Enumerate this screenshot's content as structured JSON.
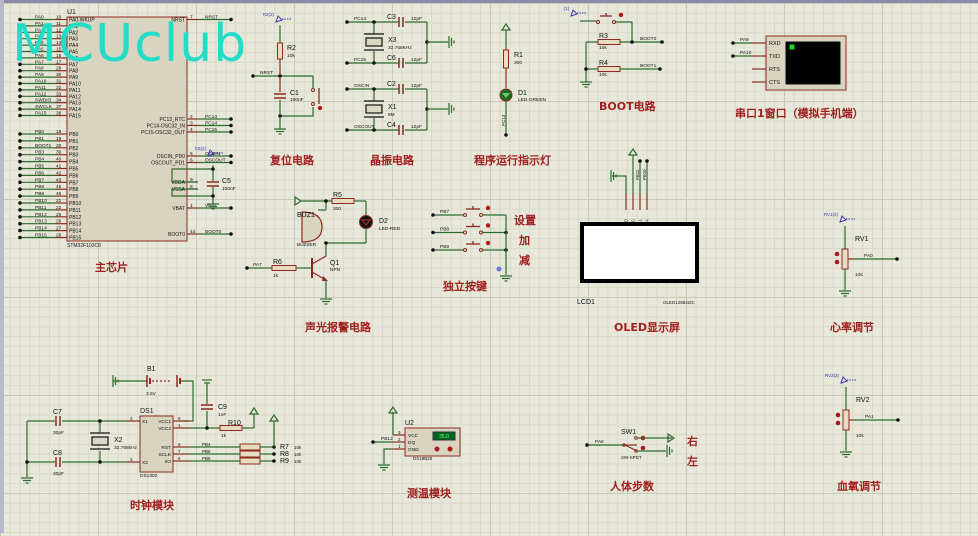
{
  "watermark": "MCUclub",
  "section_titles": {
    "main_chip": "主芯片",
    "reset": "复位电路",
    "crystal": "晶振电路",
    "run_led": "程序运行指示灯",
    "boot": "BOOT电路",
    "uart": "串口1窗口（模拟手机端）",
    "alarm": "声光报警电路",
    "keys": "独立按键",
    "oled": "OLED显示屏",
    "heart_rate": "心率调节",
    "clock": "时钟模块",
    "temp": "测温模块",
    "steps": "人体步数",
    "spo2": "血氧调节"
  },
  "mcu": {
    "ref": "U1",
    "part": "STM32F103C8",
    "left_pins": [
      {
        "net": "PA0",
        "num": "10",
        "name": "PA0-WKUP"
      },
      {
        "net": "PA1",
        "num": "11",
        "name": "PA1"
      },
      {
        "net": "PA2",
        "num": "12",
        "name": "PA2"
      },
      {
        "net": "PA3",
        "num": "13",
        "name": "PA3"
      },
      {
        "net": "PA4",
        "num": "14",
        "name": "PA4"
      },
      {
        "net": "PA5",
        "num": "15",
        "name": "PA5"
      },
      {
        "net": "PA6",
        "num": "16",
        "name": "PA6"
      },
      {
        "net": "PA7",
        "num": "17",
        "name": "PA7"
      },
      {
        "net": "PA8",
        "num": "29",
        "name": "PA8"
      },
      {
        "net": "PA9",
        "num": "30",
        "name": "PA9"
      },
      {
        "net": "PA10",
        "num": "31",
        "name": "PA10"
      },
      {
        "net": "PA11",
        "num": "32",
        "name": "PA11"
      },
      {
        "net": "PA12",
        "num": "33",
        "name": "PA12"
      },
      {
        "net": "SWDIO",
        "num": "34",
        "name": "PA13"
      },
      {
        "net": "SWCLK",
        "num": "37",
        "name": "PA14"
      },
      {
        "net": "PA15",
        "num": "38",
        "name": "PA15"
      },
      {
        "net": "PB0",
        "num": "18",
        "name": "PB0"
      },
      {
        "net": "PB1",
        "num": "19",
        "name": "PB1"
      },
      {
        "net": "BOOT1",
        "num": "20",
        "name": "PB2"
      },
      {
        "net": "PB3",
        "num": "39",
        "name": "PB3"
      },
      {
        "net": "PB4",
        "num": "40",
        "name": "PB4"
      },
      {
        "net": "PB5",
        "num": "41",
        "name": "PB5"
      },
      {
        "net": "PB6",
        "num": "42",
        "name": "PB6"
      },
      {
        "net": "PB7",
        "num": "43",
        "name": "PB7"
      },
      {
        "net": "PB8",
        "num": "45",
        "name": "PB8"
      },
      {
        "net": "PB9",
        "num": "46",
        "name": "PB9"
      },
      {
        "net": "PB10",
        "num": "21",
        "name": "PB10"
      },
      {
        "net": "PB11",
        "num": "22",
        "name": "PB11"
      },
      {
        "net": "PB12",
        "num": "25",
        "name": "PB12"
      },
      {
        "net": "PB13",
        "num": "26",
        "name": "PB13"
      },
      {
        "net": "PB14",
        "num": "27",
        "name": "PB14"
      },
      {
        "net": "PB15",
        "num": "28",
        "name": "PB15"
      }
    ],
    "right_pins": [
      {
        "name": "NRST",
        "num": "7",
        "net": "NRST"
      },
      {
        "name": "PC13_RTC",
        "num": "2",
        "net": "PC13"
      },
      {
        "name": "PC14-OSC32_IN",
        "num": "3",
        "net": "PC14"
      },
      {
        "name": "PC15-OSC32_OUT",
        "num": "4",
        "net": "PC15"
      },
      {
        "name": "OSCIN_PD0",
        "num": "5",
        "net": "OSCIN"
      },
      {
        "name": "OSCOUT_PD1",
        "num": "6",
        "net": "OSCOUT"
      },
      {
        "name": "VDDA",
        "num": "9",
        "net": ""
      },
      {
        "name": "VSSA",
        "num": "8",
        "net": ""
      },
      {
        "name": "VBAT",
        "num": "1",
        "net": "VBAT"
      },
      {
        "name": "BOOT0",
        "num": "44",
        "net": "BOOT0"
      }
    ],
    "c5": {
      "ref": "C5",
      "value": "100nF",
      "probe": "C5(2)"
    }
  },
  "reset": {
    "r_ref": "R2",
    "r_val": "10k",
    "c_ref": "C1",
    "c_val": "100nF",
    "net": "NRST",
    "probe": "R2(2)"
  },
  "crystal": {
    "x3": {
      "ref": "X3",
      "val": "32.768KHz"
    },
    "x1": {
      "ref": "X1",
      "val": "8M"
    },
    "caps": [
      {
        "ref": "C3",
        "val": "12pF"
      },
      {
        "ref": "C6",
        "val": "12pF"
      },
      {
        "ref": "C2",
        "val": "12pF"
      },
      {
        "ref": "C4",
        "val": "12pF"
      }
    ],
    "nets": [
      "PC14",
      "PC15",
      "OSCIN",
      "OSCOUT"
    ]
  },
  "run_led": {
    "r_ref": "R1",
    "r_val": "300",
    "d_ref": "D1",
    "d_val": "LED-GREEN",
    "net": "PC13"
  },
  "boot": {
    "probe": "(1)",
    "r3": {
      "ref": "R3",
      "val": "10k",
      "net": "BOOT0"
    },
    "r4": {
      "ref": "R4",
      "val": "10k",
      "net": "BOOT1"
    }
  },
  "uart": {
    "pins": [
      "RXD",
      "TXD",
      "RTS",
      "CTS"
    ],
    "nets": [
      "PA9",
      "PA10"
    ]
  },
  "alarm": {
    "buz_ref": "BUZ1",
    "buz_val": "BUZZER",
    "r5_ref": "R5",
    "r5_val": "300",
    "d2_ref": "D2",
    "d2_val": "LED-RED",
    "r6_ref": "R6",
    "r6_val": "1k",
    "q_ref": "Q1",
    "q_val": "NPN",
    "net": "PA7"
  },
  "keys": {
    "nets": [
      "PB7",
      "PB8",
      "PB9"
    ],
    "labels": [
      "设置",
      "加",
      "减"
    ]
  },
  "oled": {
    "pins": [
      "GND",
      "VCC",
      "SCL",
      "SDA"
    ],
    "nets": [
      "PB11",
      "PB10"
    ],
    "ref": "LCD1",
    "part": "OLED12864I2C"
  },
  "rv1": {
    "ref": "RV1",
    "val": "10k",
    "net": "PA0",
    "probe": "RV1(2)"
  },
  "clock": {
    "b1": {
      "ref": "B1",
      "val": "3.6V"
    },
    "ds": {
      "ref": "DS1",
      "part": "DS1302",
      "pins_left": [
        {
          "num": "2",
          "name": "X1"
        },
        {
          "num": "3",
          "name": "X2"
        }
      ],
      "pins_right": [
        {
          "num": "8",
          "name": "VCC1"
        },
        {
          "num": "1",
          "name": "VCC2"
        },
        {
          "num": "5",
          "name": "RST"
        },
        {
          "num": "7",
          "name": "SCLK"
        },
        {
          "num": "6",
          "name": "I/O"
        }
      ]
    },
    "c7": {
      "ref": "C7",
      "val": "30pF"
    },
    "c8": {
      "ref": "C8",
      "val": "30pF"
    },
    "x2": {
      "ref": "X2",
      "val": "32.768kHz"
    },
    "c9": {
      "ref": "C9",
      "val": "1nF"
    },
    "r10": {
      "ref": "R10",
      "val": "1k"
    },
    "nets": [
      "PB4",
      "PB6",
      "PB5"
    ],
    "rs": [
      {
        "ref": "R7",
        "val": "10k"
      },
      {
        "ref": "R8",
        "val": "10k"
      },
      {
        "ref": "R9",
        "val": "10k"
      }
    ]
  },
  "temp": {
    "ref": "U2",
    "part": "DS18B20",
    "display": "35.0",
    "pins": [
      {
        "num": "3",
        "name": "VCC"
      },
      {
        "num": "2",
        "name": "DQ"
      },
      {
        "num": "1",
        "name": "GND"
      }
    ],
    "net": "PB12"
  },
  "steps": {
    "ref": "SW1",
    "part": "SW-SPDT",
    "net": "PA8",
    "labels": [
      "右",
      "左"
    ]
  },
  "rv2": {
    "ref": "RV2",
    "val": "10k",
    "net": "PA1",
    "probe": "RV2(2)"
  }
}
